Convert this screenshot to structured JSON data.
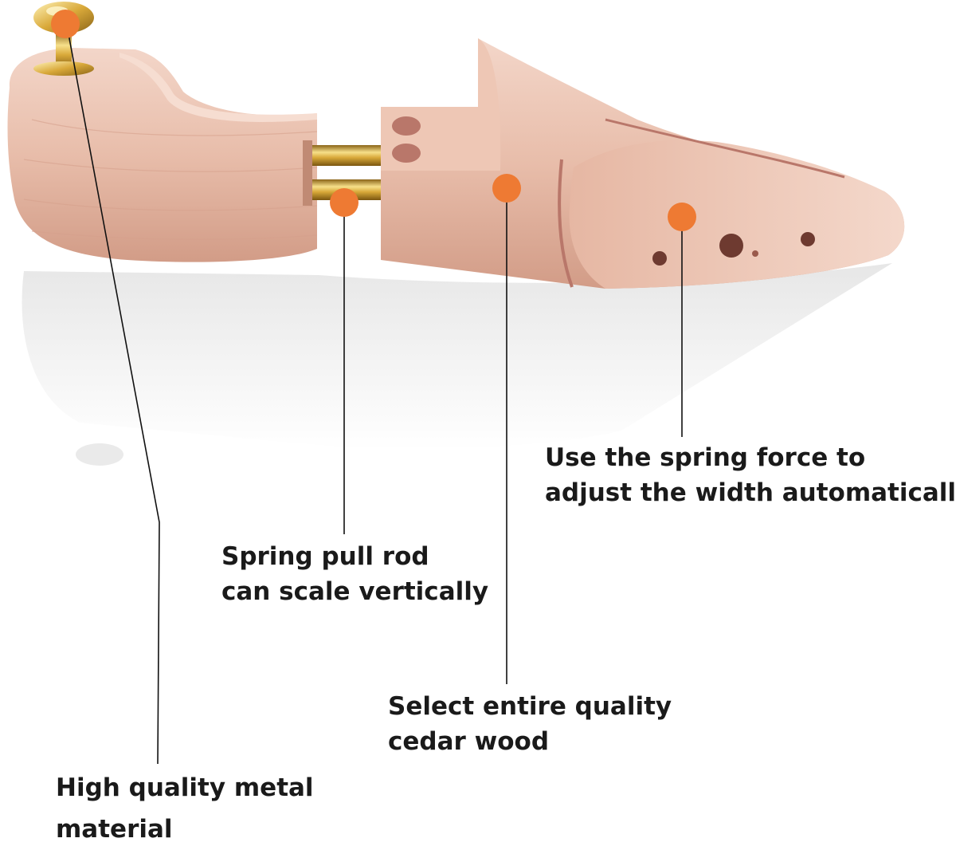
{
  "colors": {
    "marker": "#EE7A33",
    "leader_line": "#111111",
    "cedar_light": "#F1D2C4",
    "cedar_mid": "#E3B5A2",
    "cedar_dark": "#C98F7B",
    "brass": "#D9A93A",
    "text": "#1A1A1A",
    "background": "#FFFFFF"
  },
  "callouts": [
    {
      "id": "metal",
      "lines": [
        "High quality metal",
        "material"
      ]
    },
    {
      "id": "rod",
      "lines": [
        "Spring pull rod",
        "can scale vertically"
      ]
    },
    {
      "id": "cedar",
      "lines": [
        "Select entire quality",
        "cedar wood"
      ]
    },
    {
      "id": "spring",
      "lines": [
        "Use the spring force to",
        "adjust the width automatically"
      ]
    }
  ]
}
